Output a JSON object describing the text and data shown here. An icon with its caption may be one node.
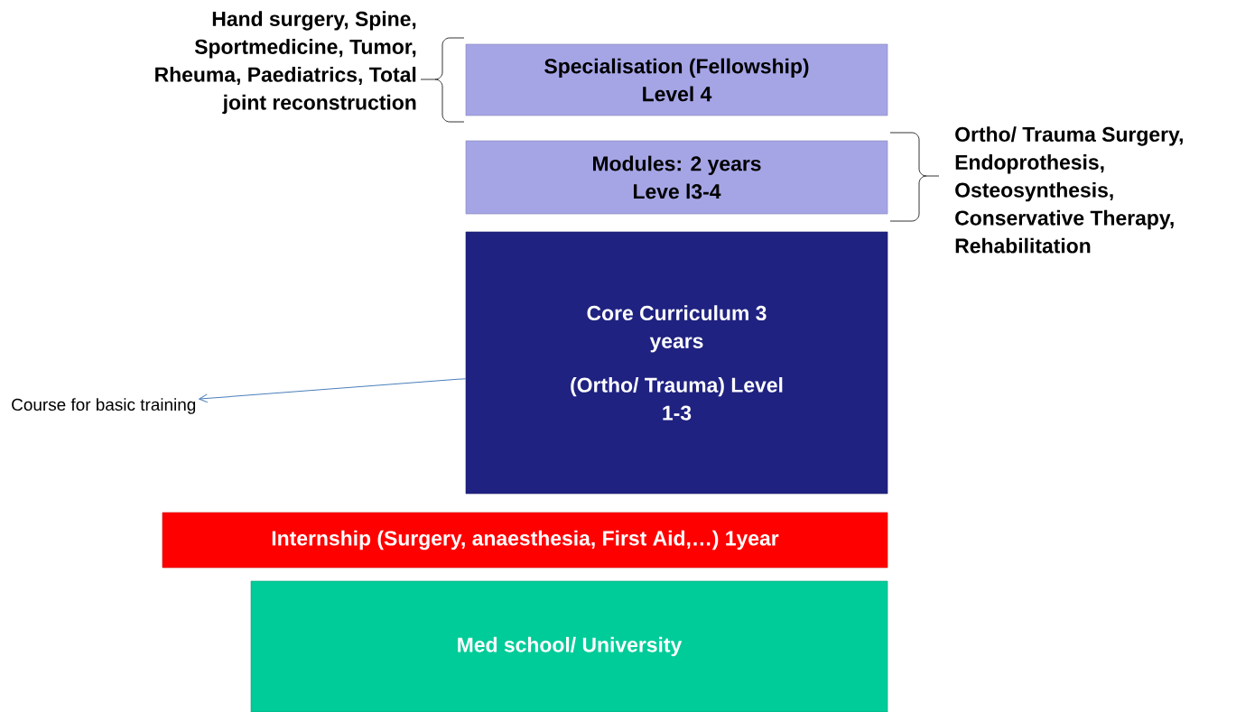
{
  "diagram": {
    "nodes": [
      {
        "text": [
          "Specialisation (Fellowship)",
          "Level 4"
        ],
        "beside": [
          "Hand surgery, Spine, Sportmedicine, Tumor, Rheuma, Paediatrics, Total joint reconstruction"
        ]
      },
      {
        "text": [
          "Modules: 2 years",
          "Leve l3-4"
        ],
        "beside": [
          "Ortho/ Trauma Surgery, Endoprothesis, Osteosynthesis, Conservative Therapy, Rehabilitation"
        ]
      },
      {
        "text": [
          "Core Curriculum 3 years",
          "(Ortho/ Trauma) Level 1-3"
        ]
      },
      {
        "text": [
          "Internship (Surgery, anaesthesia, First Aid,…) 1year"
        ]
      },
      {
        "text": [
          "Med school/ University"
        ]
      },
      {
        "text": [
          "Course for basic training"
        ]
      }
    ],
    "edges": [
      {
        "from": 2,
        "to": 5,
        "arrow": "to",
        "color": "#4a7ebb"
      }
    ]
  }
}
